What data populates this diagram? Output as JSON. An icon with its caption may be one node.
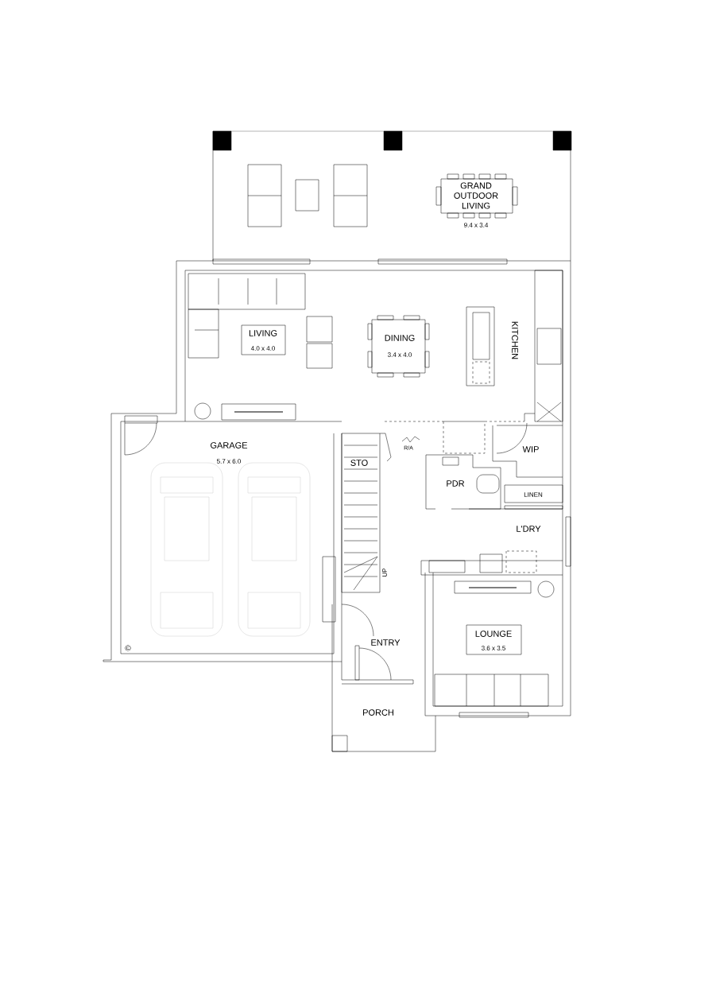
{
  "diagram": {
    "labels": [
      "GRAND OUTDOOR LIVING",
      "9.4 x 3.4",
      "LIVING",
      "4.0 x 4.0",
      "DINING",
      "3.4 x 4.0",
      "KITCHEN",
      "GARAGE",
      "5.7 x 6.0",
      "R/A",
      "STO",
      "WIP",
      "PDR",
      "LINEN",
      "L'DRY",
      "UP",
      "ENTRY",
      "LOUNGE",
      "3.6 x 3.5",
      "©",
      "PORCH"
    ]
  }
}
